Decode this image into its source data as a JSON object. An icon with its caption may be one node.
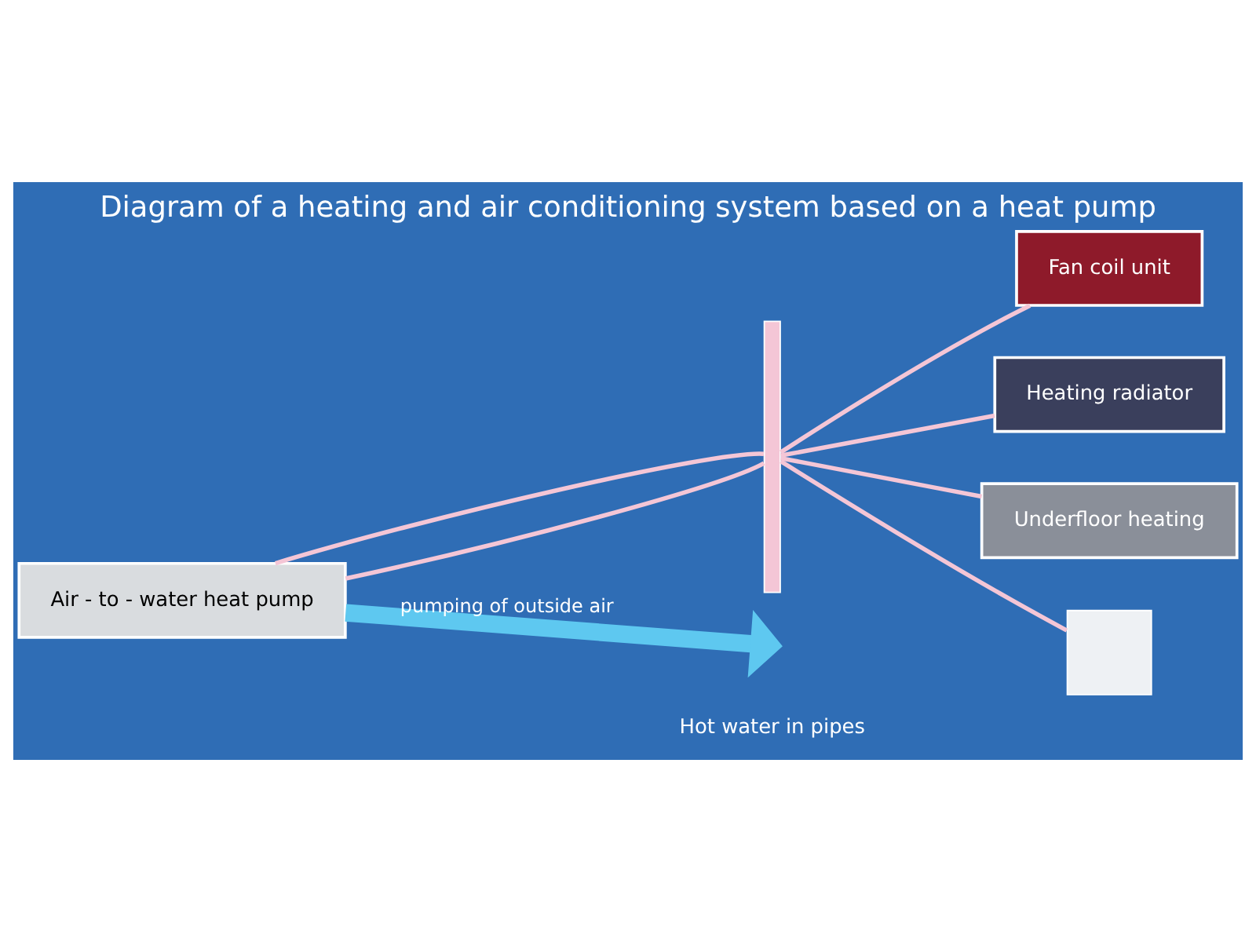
{
  "diagram": {
    "title": "Diagram of a heating and air conditioning system based on a heat pump",
    "nodes": [
      {
        "text": [
          "Air - to - water heat pump"
        ]
      },
      {
        "text": [
          "Fan coil unit"
        ]
      },
      {
        "text": [
          "Heating radiator"
        ]
      },
      {
        "text": [
          "Underfloor heating"
        ]
      },
      {
        "text": [],
        "shape": "box"
      },
      {
        "text": [],
        "shape": "bar"
      }
    ],
    "edges": [
      {
        "from": 0,
        "to": null,
        "arrow": "to",
        "label": "pumping of outside air",
        "style": "thick",
        "color": "#5ec8f0"
      },
      {
        "from": 0,
        "to": 5,
        "arrow": "none"
      },
      {
        "from": 0,
        "to": 5,
        "arrow": "none"
      },
      {
        "from": 5,
        "to": 1,
        "arrow": "none"
      },
      {
        "from": 5,
        "to": 2,
        "arrow": "none"
      },
      {
        "from": 5,
        "to": 3,
        "arrow": "none"
      },
      {
        "from": 5,
        "to": 4,
        "arrow": "none"
      }
    ],
    "labels": [
      "Hot water in pipes"
    ]
  }
}
